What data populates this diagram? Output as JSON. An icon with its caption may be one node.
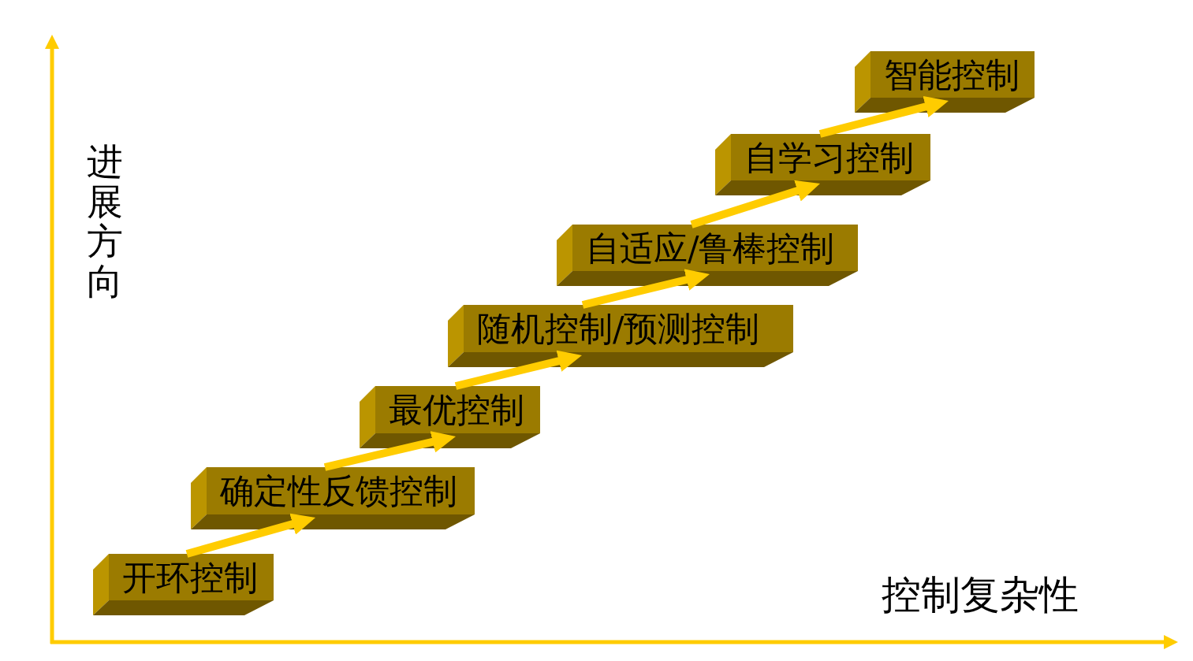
{
  "diagram": {
    "nodes": [
      {
        "text": [
          "开环控制"
        ]
      },
      {
        "text": [
          "确定性反馈控制"
        ]
      },
      {
        "text": [
          "最优控制"
        ]
      },
      {
        "text": [
          "随机控制/预测控制"
        ]
      },
      {
        "text": [
          "自适应/鲁棒控制"
        ]
      },
      {
        "text": [
          "自学习控制"
        ]
      },
      {
        "text": [
          "智能控制"
        ]
      }
    ],
    "edges": [
      {
        "from": 0,
        "to": 1,
        "arrow": "to"
      },
      {
        "from": 1,
        "to": 2,
        "arrow": "to"
      },
      {
        "from": 2,
        "to": 3,
        "arrow": "to"
      },
      {
        "from": 3,
        "to": 4,
        "arrow": "to"
      },
      {
        "from": 4,
        "to": 5,
        "arrow": "to"
      },
      {
        "from": 5,
        "to": 6,
        "arrow": "to"
      }
    ],
    "labels": [
      "进展方向",
      "控制复杂性"
    ]
  }
}
